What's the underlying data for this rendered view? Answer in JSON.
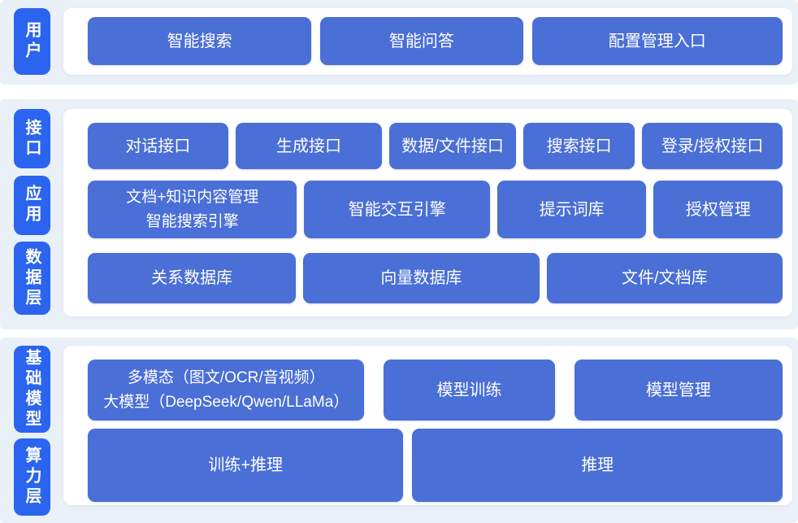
{
  "colors": {
    "band_bg": "#EAF0F8",
    "panel_bg": "#FFFFFF",
    "node_blue": "#4A6FD6",
    "label_blue": "#2B64EE",
    "text_white": "#FFFFFF"
  },
  "sections": {
    "user": {
      "label": "用户",
      "buttons": [
        "智能搜索",
        "智能问答",
        "配置管理入口"
      ]
    },
    "middle": {
      "labels": {
        "interface": "接口",
        "application": "应用",
        "data": "数据层"
      },
      "interface_row": [
        "对话接口",
        "生成接口",
        "数据/文件接口",
        "搜索接口",
        "登录/授权接口"
      ],
      "application_row": {
        "doc_engine_line1": "文档+知识内容管理",
        "doc_engine_line2": "智能搜索引擎",
        "others": [
          "智能交互引擎",
          "提示词库",
          "授权管理"
        ]
      },
      "data_row": [
        "关系数据库",
        "向量数据库",
        "文件/文档库"
      ]
    },
    "model": {
      "labels": {
        "foundation": "基础模型",
        "compute": "算力层"
      },
      "foundation_row": {
        "multimodal_line1": "多模态（图文/OCR/音视频）",
        "multimodal_line2": "大模型（DeepSeek/Qwen/LLaMa）",
        "others": [
          "模型训练",
          "模型管理"
        ]
      },
      "compute_row": [
        "训练+推理",
        "推理"
      ]
    }
  }
}
